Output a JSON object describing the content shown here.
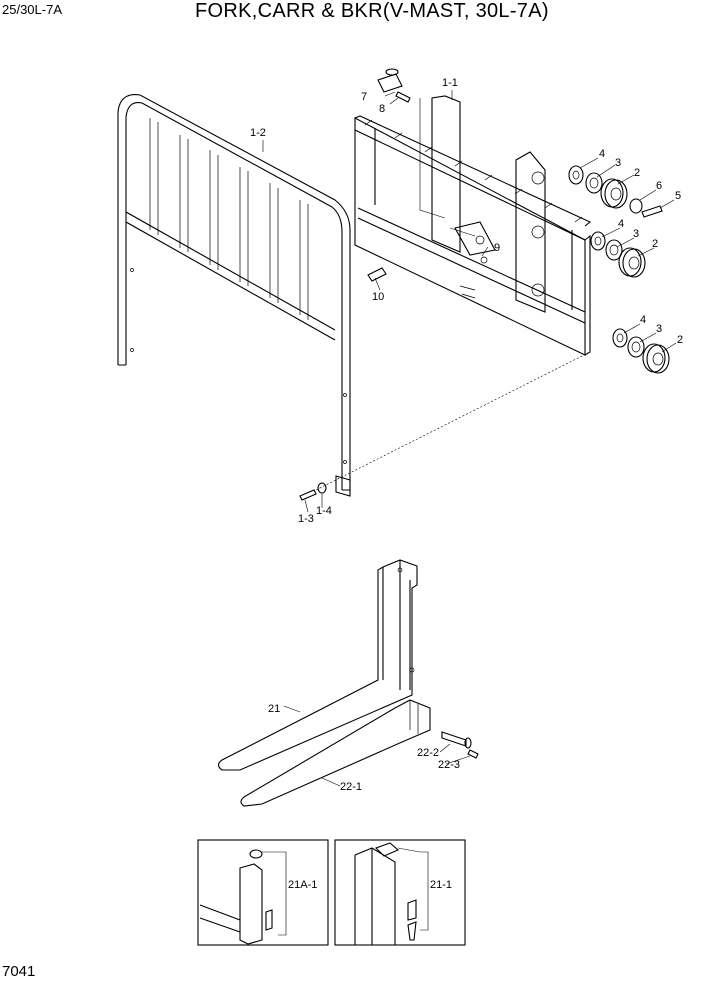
{
  "header": {
    "model_code": "25/30L-7A",
    "title": "FORK,CARR & BKR(V-MAST, 30L-7A)"
  },
  "footer": {
    "page_number": "7041"
  },
  "callouts": {
    "p1_1": "1-1",
    "p1_2": "1-2",
    "p1_3": "1-3",
    "p1_4": "1-4",
    "p2": "2",
    "p3": "3",
    "p4": "4",
    "p5": "5",
    "p6": "6",
    "p7": "7",
    "p8": "8",
    "p9": "9",
    "p10": "10",
    "p21": "21",
    "p22_1": "22-1",
    "p22_2": "22-2",
    "p22_3": "22-3",
    "p21a_1": "21A-1",
    "p21_1": "21-1"
  }
}
